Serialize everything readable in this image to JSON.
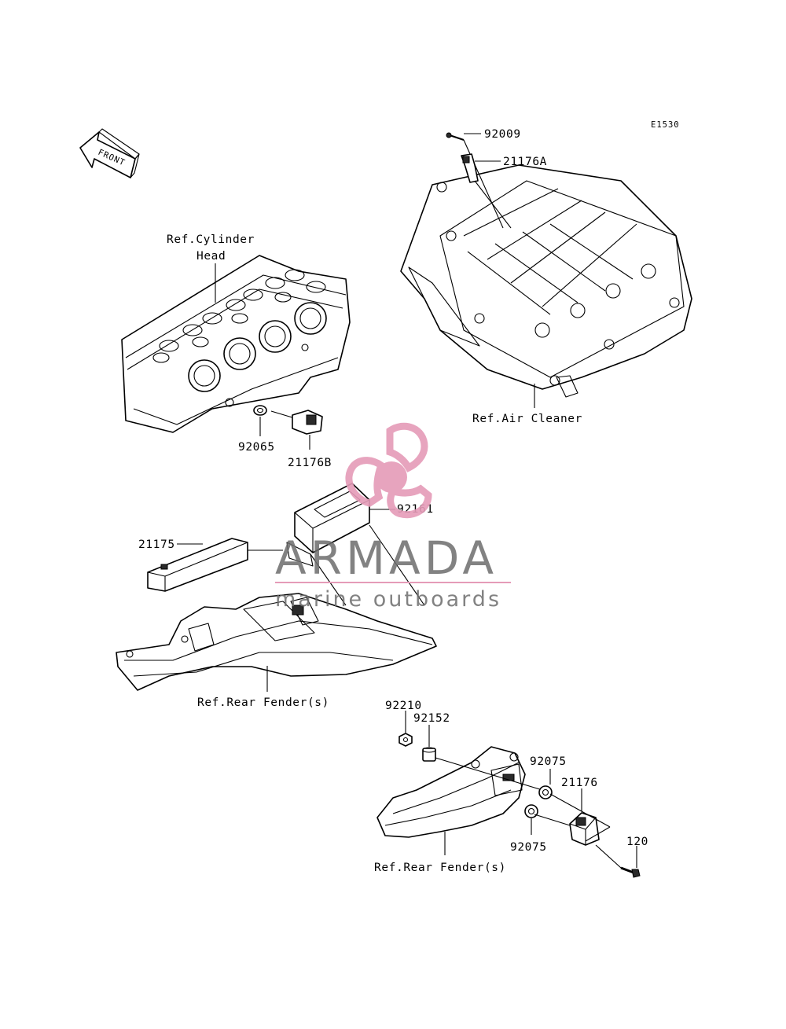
{
  "diagram": {
    "code": "E1530",
    "front_label": "FRONT",
    "labels": {
      "ref_cylinder_head_line1": "Ref.Cylinder",
      "ref_cylinder_head_line2": "Head",
      "ref_air_cleaner": "Ref.Air Cleaner",
      "ref_rear_fender_1": "Ref.Rear Fender(s)",
      "ref_rear_fender_2": "Ref.Rear Fender(s)"
    },
    "parts": {
      "p92009": "92009",
      "p21176A": "21176A",
      "p92065": "92065",
      "p21176B": "21176B",
      "p92161": "92161",
      "p21175": "21175",
      "p92210": "92210",
      "p92152": "92152",
      "p92075_top": "92075",
      "p21176": "21176",
      "p92075_bottom": "92075",
      "p120": "120"
    }
  },
  "watermark": {
    "brand": "ARMADA",
    "tagline": "marine outboards",
    "accent_color": "#e59bb8",
    "text_color": "#6d6d6d"
  }
}
